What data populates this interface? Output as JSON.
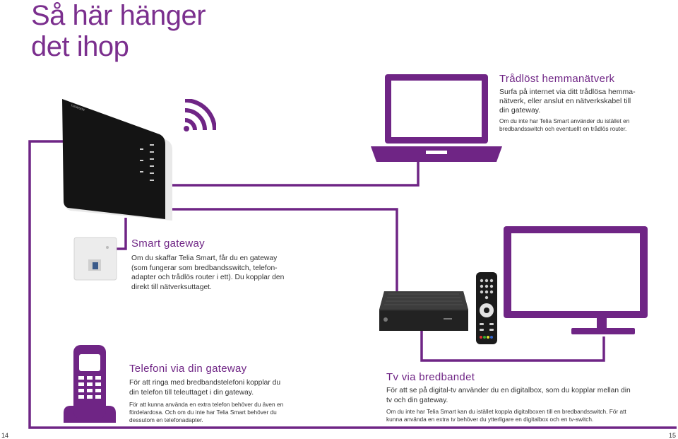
{
  "page": {
    "title_line1": "Så här hänger",
    "title_line2": "det ihop",
    "page_left": "14",
    "page_right": "15"
  },
  "wifi_section": {
    "heading": "Trådlöst hemmanätverk",
    "lines": [
      "Surfa på internet via ditt trådlösa hemma-",
      "nätverk, eller anslut en nätverkskabel till",
      "din gateway."
    ],
    "note_lines": [
      "Om du inte har Telia Smart använder du istället en",
      "bredbandsswitch och eventuellt en trådlös router."
    ]
  },
  "gateway_section": {
    "heading": "Smart gateway",
    "lines": [
      "Om du skaffar Telia Smart, får du en gateway",
      "(som fungerar som bredbandsswitch, telefon-",
      "adapter och trådlös router i ett). Du kopplar den",
      "direkt till nätverksuttaget."
    ]
  },
  "phone_section": {
    "heading": "Telefoni via din gateway",
    "lines": [
      "För att ringa med bredbandstelefoni kopplar du",
      "din telefon till teleuttaget i din gateway."
    ],
    "note_lines": [
      "För att kunna använda en extra telefon behöver du även en",
      "fördelardosa. Och om du inte har Telia Smart behöver du",
      "dessutom en telefonadapter."
    ]
  },
  "tv_section": {
    "heading": "Tv via bredbandet",
    "lines": [
      "För att se på digital-tv använder du en digitalbox, som du kopplar mellan din",
      "tv och din gateway."
    ],
    "note_lines": [
      "Om du inte har Telia Smart kan du istället koppla digitalboxen till en bredbandsswitch. För att",
      "kunna använda en extra tv behöver du ytterligare en digitalbox och en tv-switch."
    ]
  },
  "colors": {
    "accent": "#7b2f8e",
    "device": "#111111",
    "wire": "#6f2585"
  },
  "icons": [
    "laptop-icon",
    "wifi-icon",
    "tv-icon",
    "phone-icon",
    "router-image",
    "wall-socket-image",
    "set-top-box-image",
    "remote-control-image"
  ]
}
